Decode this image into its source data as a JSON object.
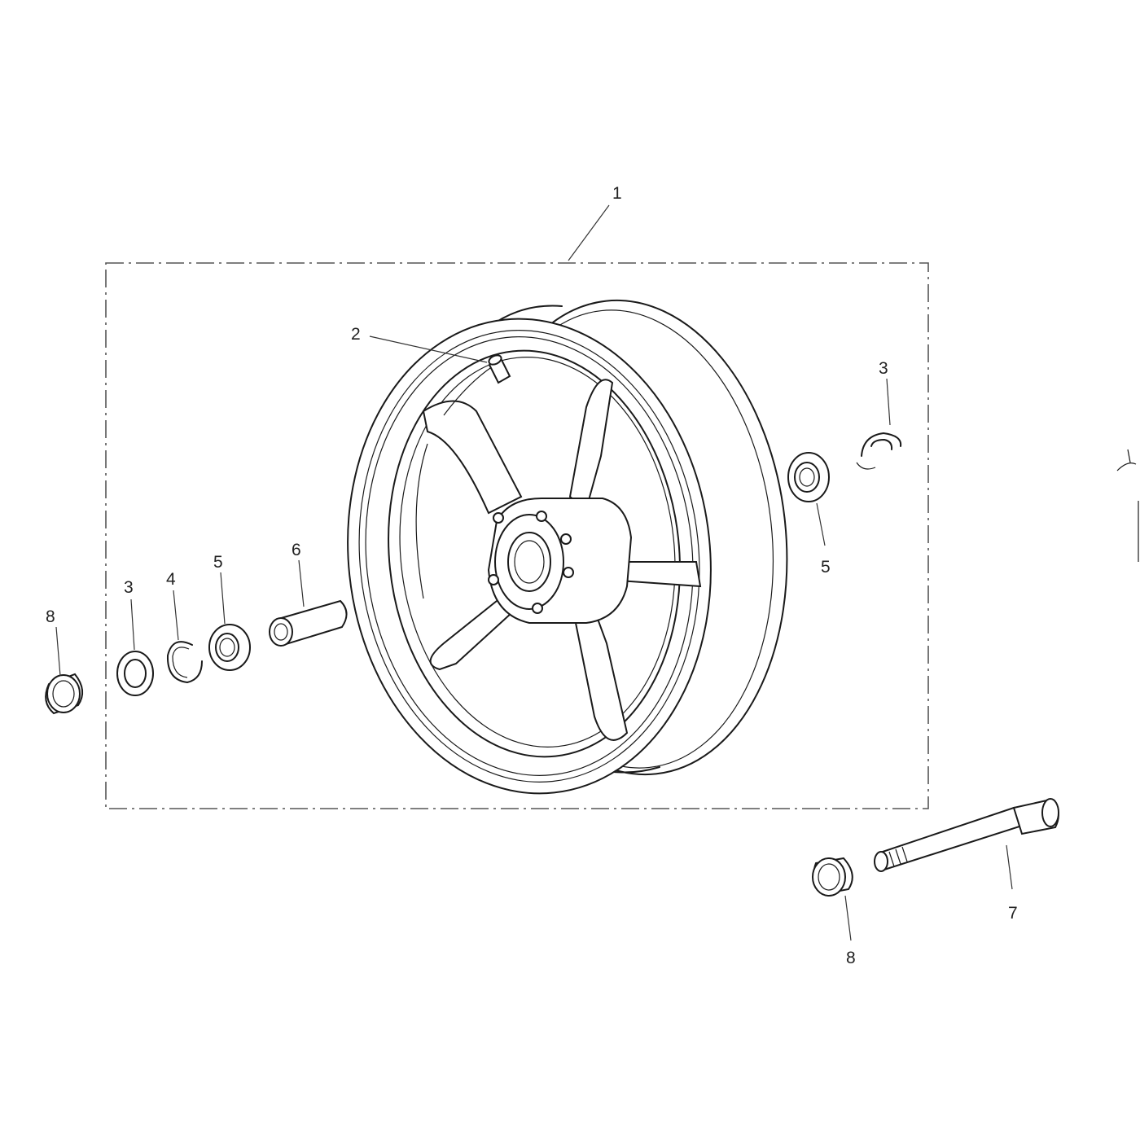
{
  "callouts": [
    {
      "id": "c1",
      "text": "1"
    },
    {
      "id": "c2",
      "text": "2"
    },
    {
      "id": "c3a",
      "text": "3"
    },
    {
      "id": "c3b",
      "text": "3"
    },
    {
      "id": "c4",
      "text": "4"
    },
    {
      "id": "c5a",
      "text": "5"
    },
    {
      "id": "c5b",
      "text": "5"
    },
    {
      "id": "c6",
      "text": "6"
    },
    {
      "id": "c7",
      "text": "7"
    },
    {
      "id": "c8a",
      "text": "8"
    },
    {
      "id": "c8b",
      "text": "8"
    }
  ],
  "colors": {
    "line": "#1a1a1a",
    "frame": "#555555",
    "background": "#ffffff"
  }
}
